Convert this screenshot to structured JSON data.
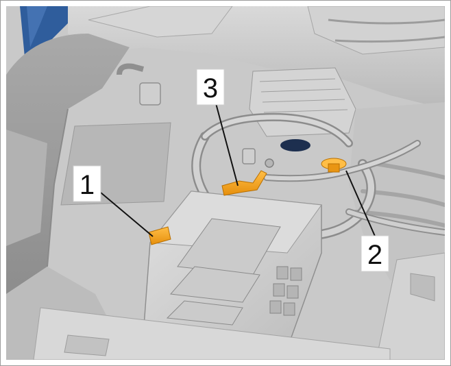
{
  "callouts": [
    {
      "id": "1",
      "label": "1"
    },
    {
      "id": "2",
      "label": "2"
    },
    {
      "id": "3",
      "label": "3"
    }
  ],
  "colors": {
    "background": "#ffffff",
    "body_shading": "#c8c8c8",
    "highlight": "#f0a21a",
    "blue_panel": "#2f5d9c"
  }
}
